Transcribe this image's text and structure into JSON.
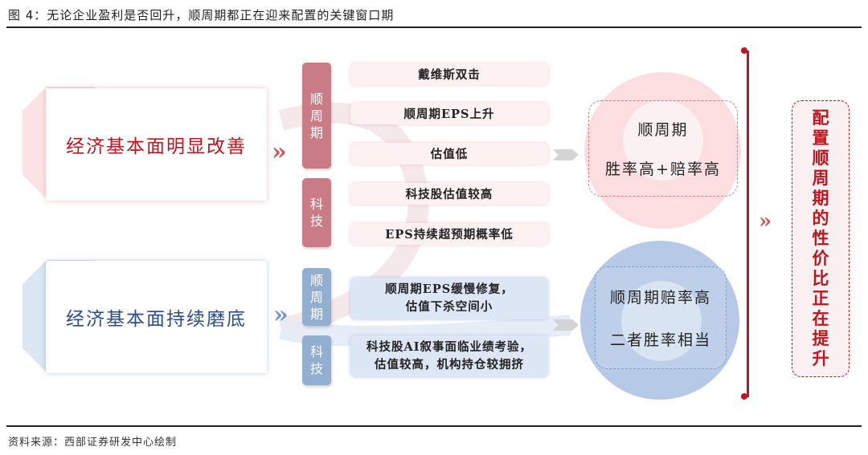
{
  "figure": {
    "title": "图 4：无论企业盈利是否回升，顺周期都正在迎来配置的关键窗口期",
    "source": "资料来源：西部证券研发中心绘制"
  },
  "colors": {
    "red_accent": "#c0141f",
    "red_tab": "#c97c85",
    "red_pill": "#fdf1f2",
    "red_circle": "#fbd9dc",
    "blue_text": "#2d4d8a",
    "blue_tab": "#92aed0",
    "blue_pill": "#dde6f4",
    "blue_circle": "#b3c7e5",
    "arrow_gray": "#d4d4d4"
  },
  "scenarios": [
    {
      "condition": "经济基本面明显改善",
      "arrow_icon": "»",
      "groups": [
        {
          "category": [
            "顺",
            "周",
            "期"
          ],
          "factors": [
            "戴维斯双击",
            "顺周期EPS上升",
            "估值低"
          ]
        },
        {
          "category": [
            "科",
            "技"
          ],
          "factors": [
            "科技股估值较高",
            "EPS持续超预期概率低"
          ]
        }
      ],
      "result": {
        "line1": "顺周期",
        "line2": "胜率高+赔率高"
      }
    },
    {
      "condition": "经济基本面持续磨底",
      "arrow_icon": "»",
      "groups": [
        {
          "category": [
            "顺",
            "周",
            "期"
          ],
          "factors": [
            "顺周期EPS缓慢修复，",
            "估值下杀空间小"
          ]
        },
        {
          "category": [
            "科",
            "技"
          ],
          "factors": [
            "科技股AI叙事面临业绩考验，",
            "估值较高，机构持仓较拥挤"
          ]
        }
      ],
      "result": {
        "line1": "顺周期赔率高",
        "line2": "二者胜率相当"
      }
    }
  ],
  "conclusion": {
    "arrow_icon": "»",
    "chars": [
      "配",
      "置",
      "顺",
      "周",
      "期",
      "的",
      "性",
      "价",
      "比",
      "正",
      "在",
      "提",
      "升"
    ]
  }
}
